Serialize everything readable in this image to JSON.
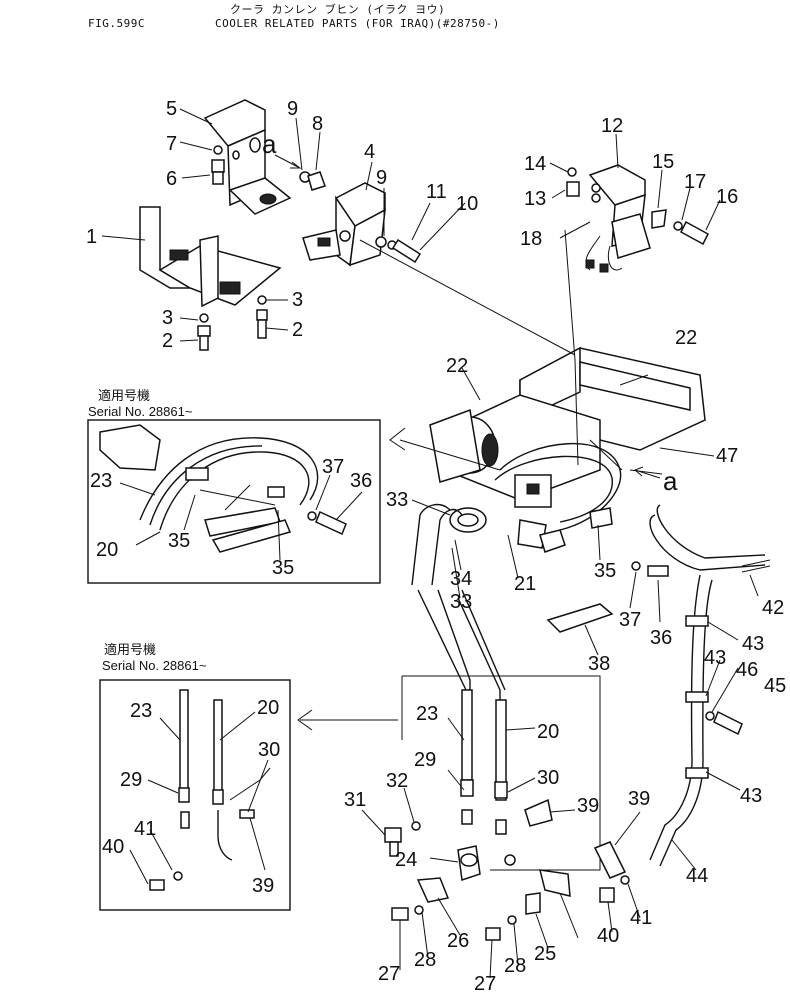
{
  "header": {
    "jp_title": "クーラ カンレン ブヒン (イラク ヨウ)",
    "fig_no": "FIG.599C",
    "title": "COOLER RELATED PARTS (FOR IRAQ)(#28750-)"
  },
  "insets": [
    {
      "label_jp": "適用号機",
      "label_serial": "Serial No. 28861~"
    },
    {
      "label_jp": "適用号機",
      "label_serial": "Serial No. 28861~"
    }
  ],
  "view_marker": "a",
  "callouts": [
    "1",
    "2",
    "2",
    "3",
    "3",
    "4",
    "5",
    "6",
    "7",
    "8",
    "9",
    "9",
    "10",
    "11",
    "12",
    "13",
    "14",
    "15",
    "16",
    "17",
    "18",
    "20",
    "20",
    "20",
    "21",
    "22",
    "22",
    "23",
    "23",
    "23",
    "24",
    "25",
    "26",
    "27",
    "27",
    "28",
    "28",
    "29",
    "29",
    "30",
    "30",
    "31",
    "32",
    "33",
    "33",
    "34",
    "35",
    "35",
    "35",
    "36",
    "36",
    "37",
    "37",
    "38",
    "39",
    "39",
    "39",
    "40",
    "40",
    "41",
    "41",
    "42",
    "43",
    "43",
    "43",
    "44",
    "45",
    "46",
    "47"
  ]
}
